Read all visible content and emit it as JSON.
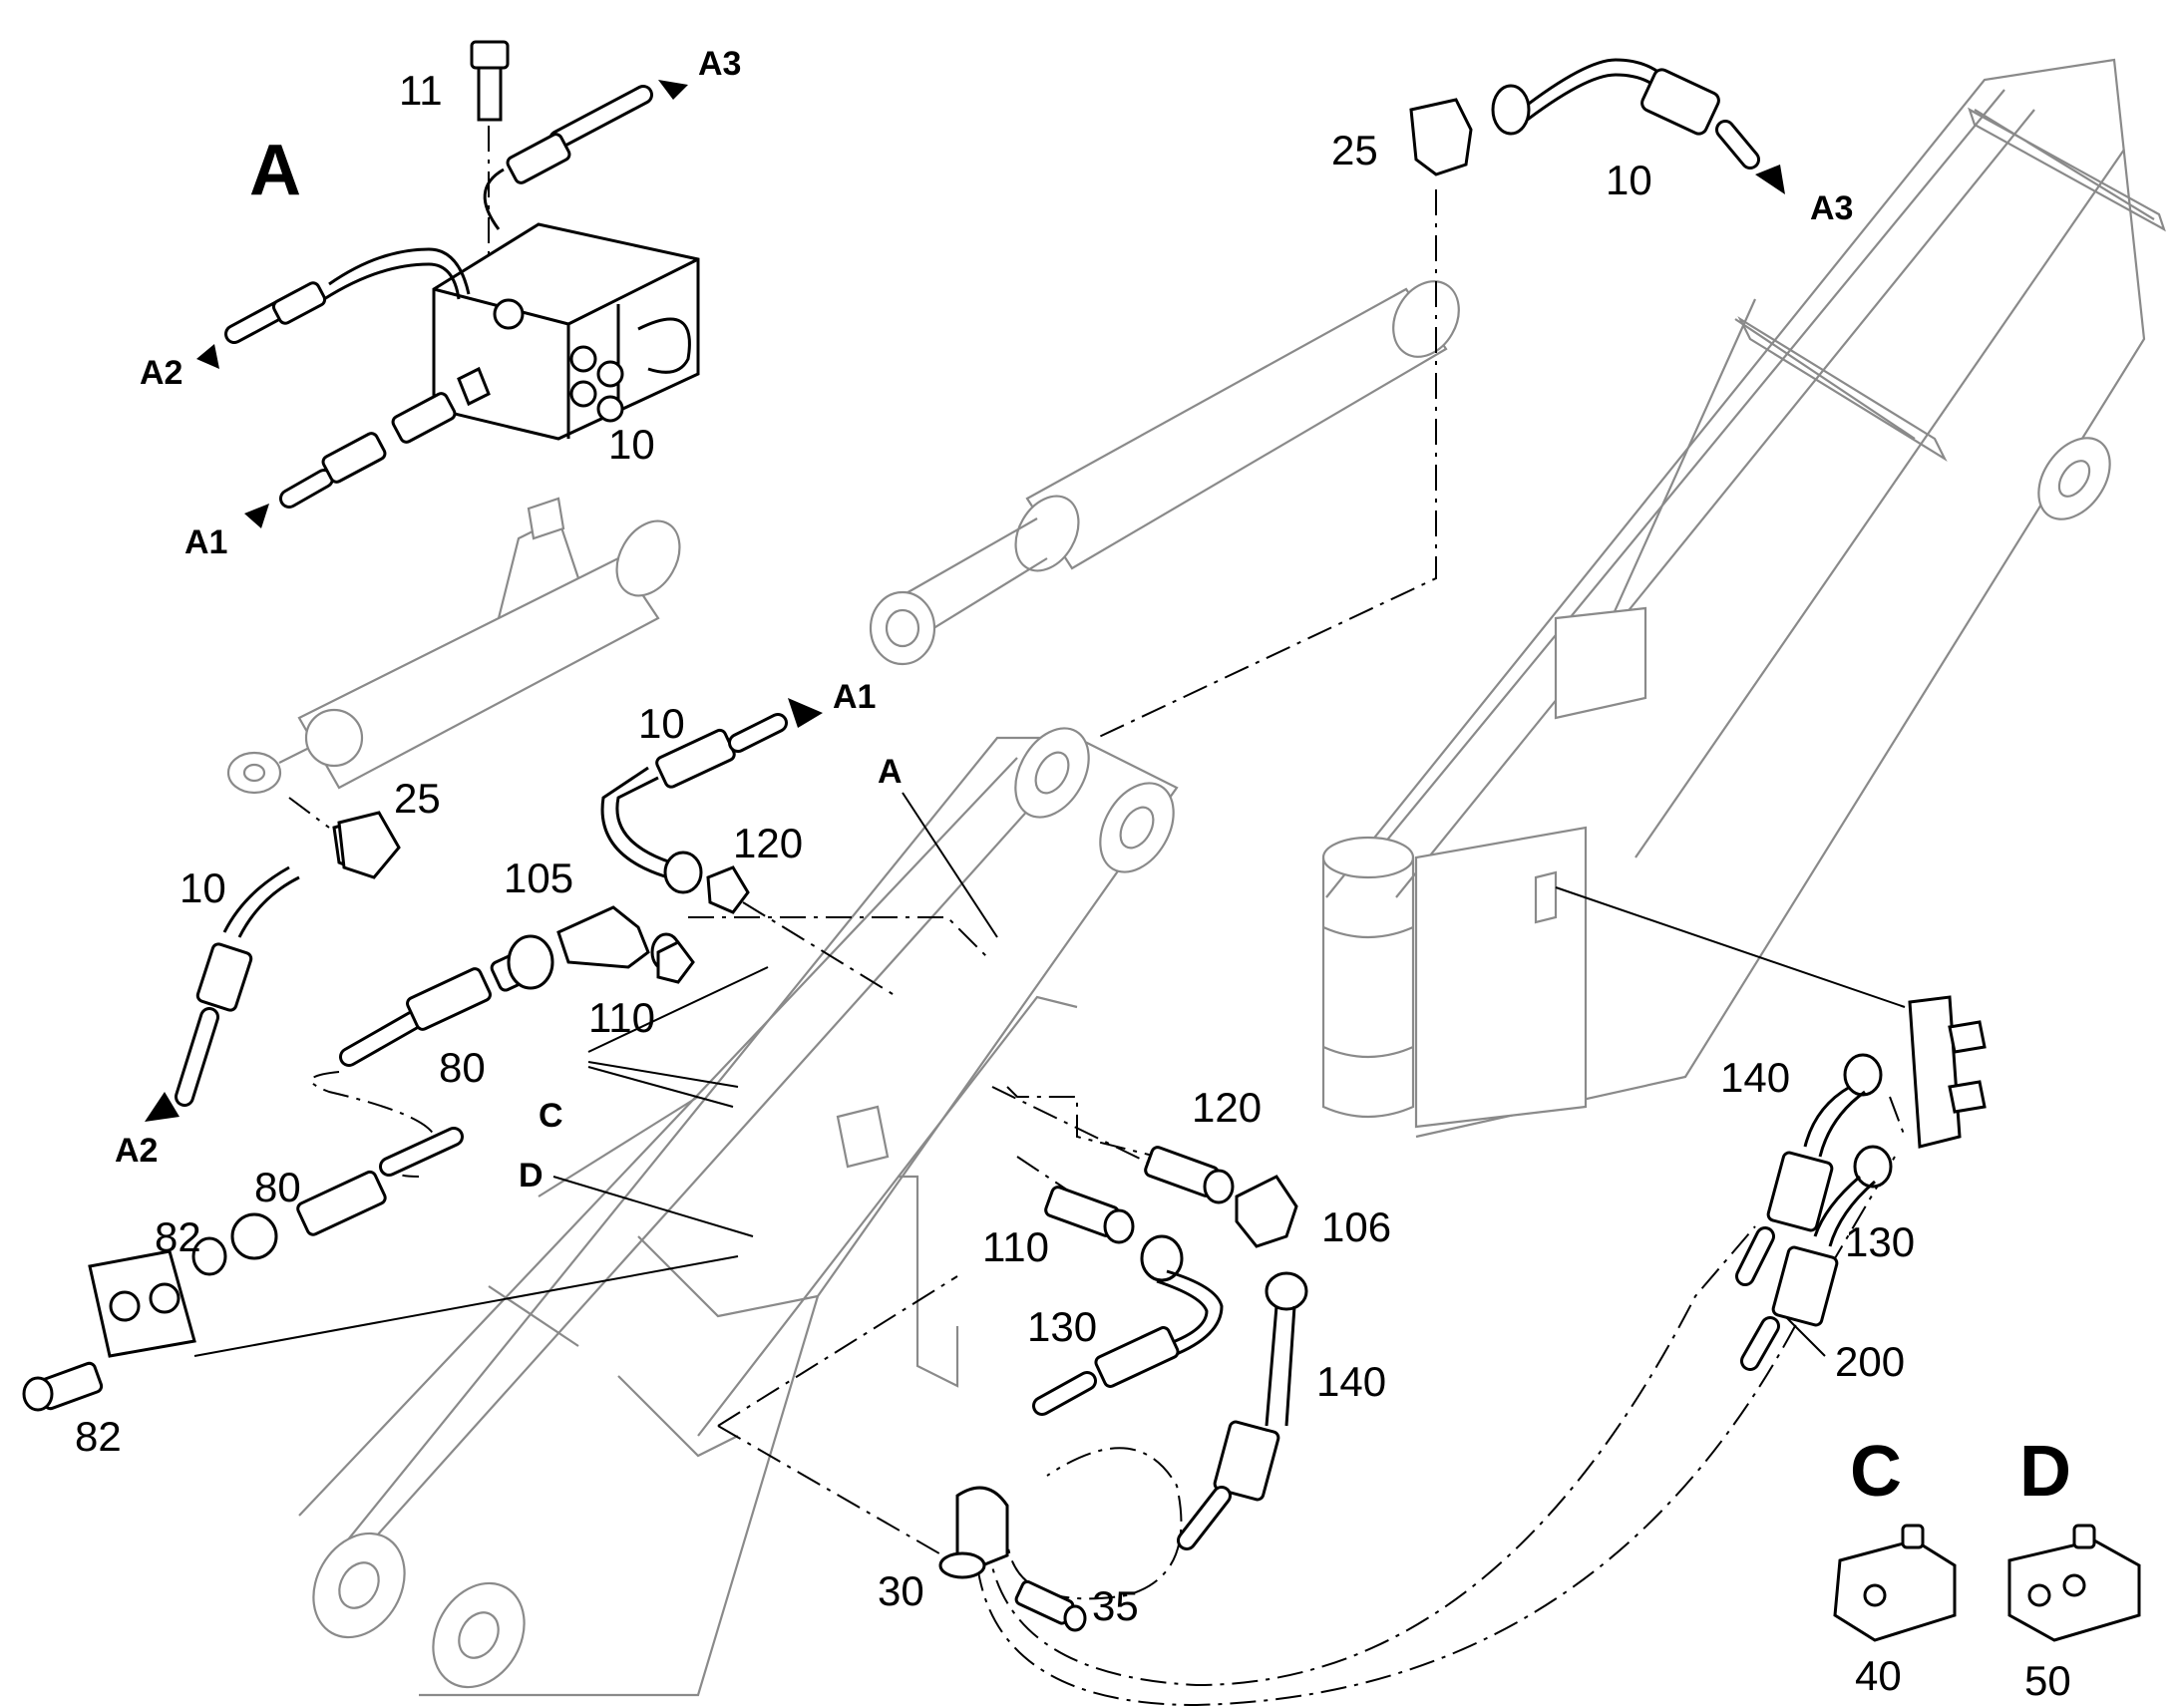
{
  "callouts": {
    "p11": "11",
    "p10_valve": "10",
    "p25_top": "25",
    "p10_top": "10",
    "p25_left": "25",
    "p10_left": "10",
    "p10_mid": "10",
    "p120_a": "120",
    "p105": "105",
    "p110_a": "110",
    "p80_a": "80",
    "p80_b": "80",
    "p82_a": "82",
    "p82_b": "82",
    "p120_b": "120",
    "p106": "106",
    "p110_b": "110",
    "p130_a": "130",
    "p140_a": "140",
    "p140_b": "140",
    "p130_b": "130",
    "p200": "200",
    "p30": "30",
    "p35": "35",
    "p40": "40",
    "p50": "50"
  },
  "flow_marks": {
    "a1_top": "A1",
    "a1_mid": "A1",
    "a2_valve": "A2",
    "a2_left": "A2",
    "a3_valve": "A3",
    "a3_top": "A3"
  },
  "view_letters": {
    "view_a": "A",
    "ref_a": "A",
    "ref_c": "C",
    "ref_d": "D",
    "detail_c": "C",
    "detail_d": "D"
  }
}
